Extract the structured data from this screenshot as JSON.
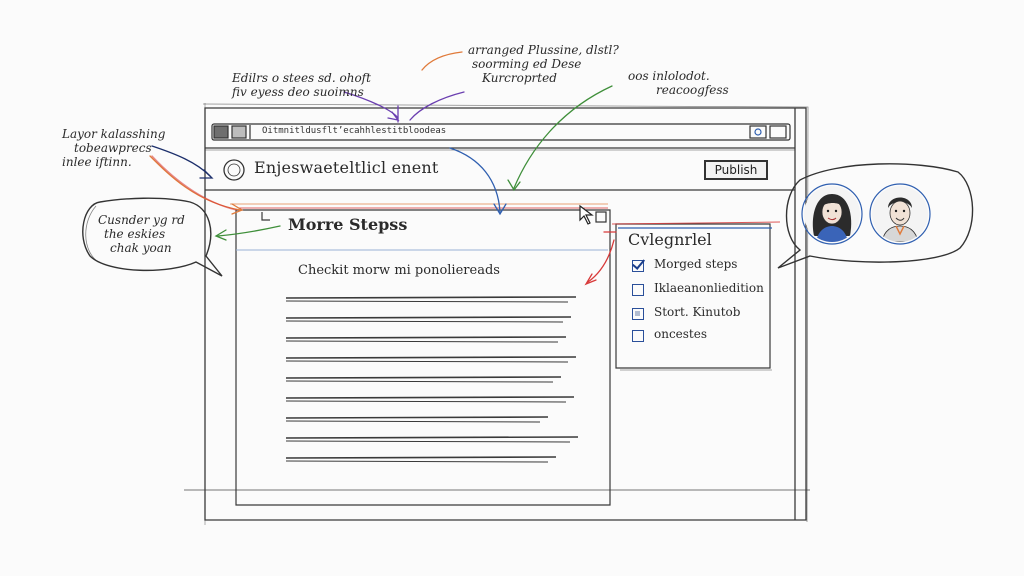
{
  "annotations": {
    "top_center": [
      "arranged Plussine, dlstl?",
      "soorming ed Dese",
      "Kurcroprted"
    ],
    "top_left": [
      "Edilrs o  stees sd. ohoft",
      "fiv eyess deo suoimns"
    ],
    "top_right": [
      "oos inlolodot.",
      "reacoogfess"
    ],
    "left": [
      "Layor kalasshing",
      "tobeawprecs",
      "inlee iftinn."
    ],
    "bubble_left": [
      "Cusnder  yg  rd",
      "the eskies",
      "chak yoan"
    ]
  },
  "browser": {
    "url": "Oitmnitldusflt’ecahhlestitbloodeas",
    "app_title": "Enjeswaeteltlicl enent",
    "publish_label": "Publish"
  },
  "main": {
    "title": "Morre Stepss",
    "subtitle": "Checkit morw  mi ponoliereads",
    "text_lines": 9
  },
  "sidepanel": {
    "title": "Cvlegnrlel",
    "items": [
      {
        "label": "Morged steps",
        "checked": true
      },
      {
        "label": "Iklaeanonliedition",
        "checked": false
      },
      {
        "label": "Stort. Kinutob",
        "checked": false
      },
      {
        "label": "oncestes",
        "checked": false
      }
    ]
  },
  "colors": {
    "ink": "#2b2b2b",
    "blue": "#2f5fb0",
    "red": "#d83a3a",
    "orange": "#e07a3a",
    "green": "#3f8f3a",
    "purple": "#6b3fb0",
    "navy": "#1c2f6b"
  }
}
